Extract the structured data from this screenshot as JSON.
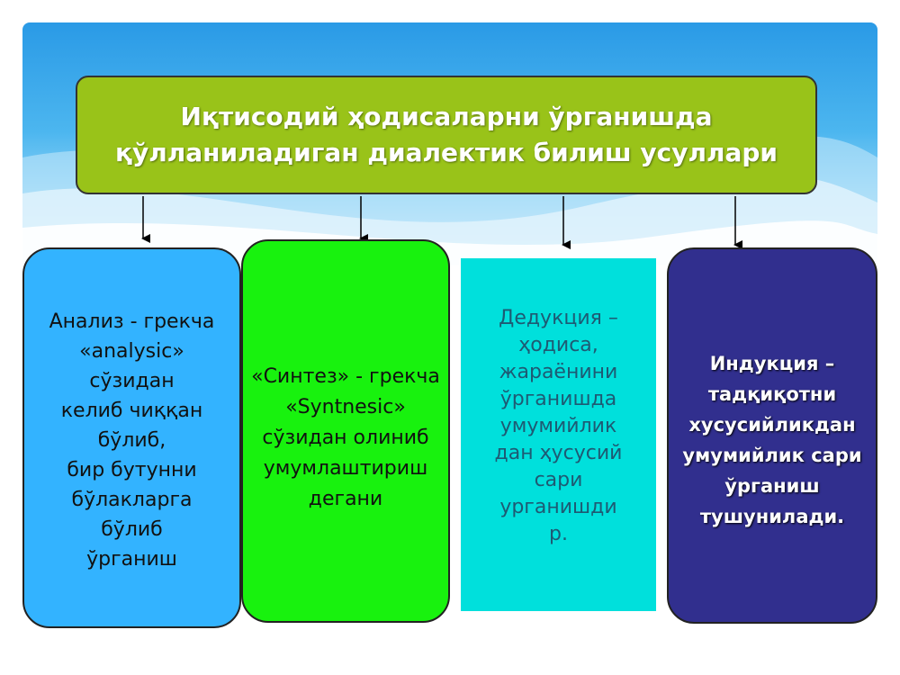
{
  "title": {
    "line1": "Иқтисодий ҳодисаларни ўрганишда",
    "line2": "қўлланиладиган диалектик билиш усуллари"
  },
  "boxes": {
    "analysis": [
      "Анализ - грекча",
      "«analysic»",
      "сўзидан",
      "келиб чиққан",
      "бўлиб,",
      "бир бутунни",
      "бўлакларга",
      "бўлиб",
      "ўрганиш"
    ],
    "synthesis": [
      "«Синтез» - грекча",
      "«Syntnesic»",
      "сўзидан олиниб",
      "умумлаштириш",
      "дегани"
    ],
    "deduction": [
      "Дедукция –",
      "ҳодиса,",
      "жараёнини",
      "ўрганишда",
      "умумийлик",
      "дан ҳусусий",
      "сари",
      "урганишди",
      "р."
    ],
    "induction": [
      "Индукция –",
      "тадқиқотни",
      "хусусийликдан",
      "умумийлик сари",
      "ўрганиш",
      "тушунилади."
    ]
  },
  "colors": {
    "title_box": "#99c319",
    "analysis": "#33b3ff",
    "synthesis": "#18f20e",
    "deduction": "#00e0dc",
    "induction": "#312f8e"
  }
}
